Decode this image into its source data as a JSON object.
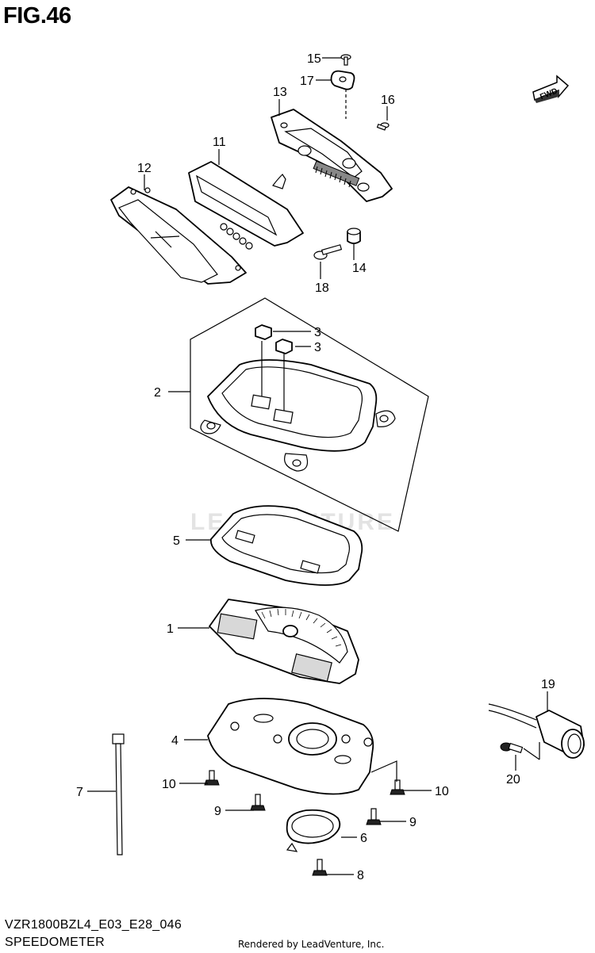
{
  "figure": {
    "title": "FIG.46",
    "model_code": "VZR1800BZL4_E03_E28_046",
    "assembly_name": "SPEEDOMETER",
    "render_credit": "Rendered by LeadVenture, Inc.",
    "watermark": "LEADVENTURE",
    "direction_badge": "FWD"
  },
  "callouts": [
    {
      "id": "15",
      "label": "15"
    },
    {
      "id": "17",
      "label": "17"
    },
    {
      "id": "13",
      "label": "13"
    },
    {
      "id": "16",
      "label": "16"
    },
    {
      "id": "11",
      "label": "11"
    },
    {
      "id": "12",
      "label": "12"
    },
    {
      "id": "14",
      "label": "14"
    },
    {
      "id": "18",
      "label": "18"
    },
    {
      "id": "3a",
      "label": "3"
    },
    {
      "id": "3b",
      "label": "3"
    },
    {
      "id": "2",
      "label": "2"
    },
    {
      "id": "5",
      "label": "5"
    },
    {
      "id": "1",
      "label": "1"
    },
    {
      "id": "19",
      "label": "19"
    },
    {
      "id": "4",
      "label": "4"
    },
    {
      "id": "7",
      "label": "7"
    },
    {
      "id": "20",
      "label": "20"
    },
    {
      "id": "10a",
      "label": "10"
    },
    {
      "id": "10b",
      "label": "10"
    },
    {
      "id": "9a",
      "label": "9"
    },
    {
      "id": "9b",
      "label": "9"
    },
    {
      "id": "6",
      "label": "6"
    },
    {
      "id": "8",
      "label": "8"
    }
  ]
}
